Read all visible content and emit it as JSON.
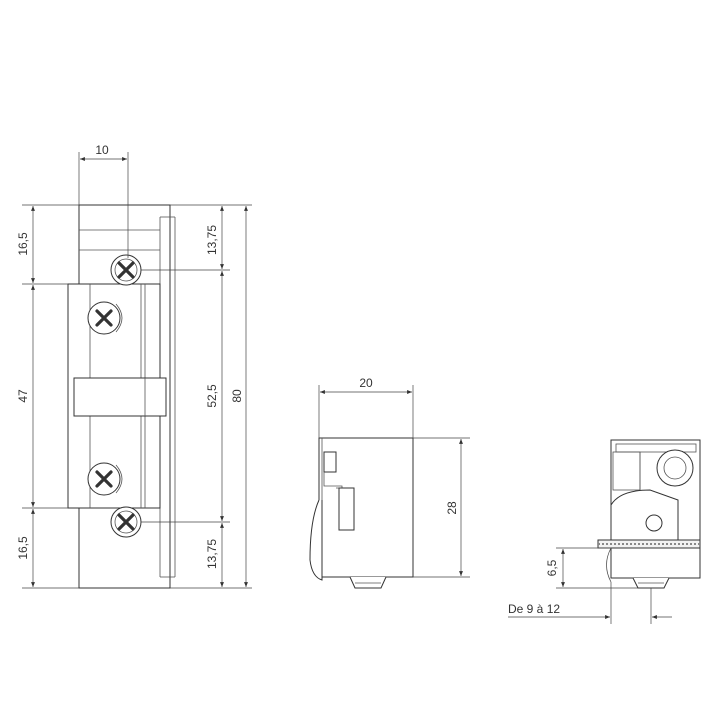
{
  "front_view": {
    "dim_width": "10",
    "dim_top_left": "16,5",
    "dim_middle_left": "47",
    "dim_bottom_left": "16,5",
    "dim_top_right": "13,75",
    "dim_middle_right": "52,5",
    "dim_bottom_right": "13,75",
    "dim_total": "80"
  },
  "side_view": {
    "dim_width": "20",
    "dim_height": "28"
  },
  "detail_view": {
    "dim_offset": "6,5",
    "dim_adjust": "De 9 à 12"
  },
  "colors": {
    "line": "#333333",
    "background": "#ffffff"
  }
}
